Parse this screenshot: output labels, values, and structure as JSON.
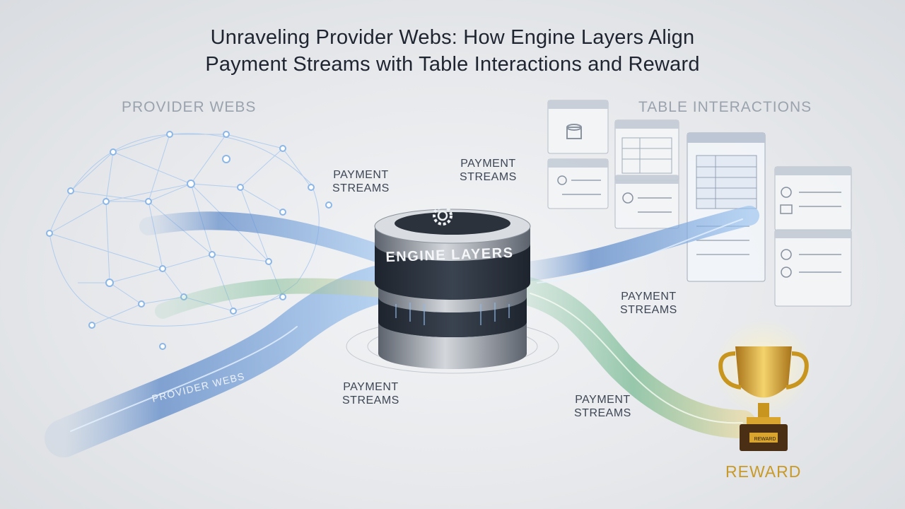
{
  "title": {
    "line1": "Unraveling Provider Webs: How Engine Layers Align",
    "line2": "Payment Streams with Table Interactions and Reward"
  },
  "sections": {
    "provider_webs": "PROVIDER WEBS",
    "table_interactions": "TABLE INTERACTIONS"
  },
  "engine": {
    "label": "ENGINE LAYERS",
    "icon": "gear-icon"
  },
  "stream_labels": [
    {
      "line1": "PAYMENT",
      "line2": "STREAMS"
    },
    {
      "line1": "PAYMENT",
      "line2": "STREAMS"
    },
    {
      "line1": "PAYMENT",
      "line2": "STREAMS"
    },
    {
      "line1": "PAYMENT",
      "line2": "STREAMS"
    },
    {
      "line1": "PAYMENT",
      "line2": "STREAMS"
    }
  ],
  "ribbon_label": "PROVIDER WEBS",
  "reward": {
    "label": "REWARD",
    "plaque": "REWARD",
    "icon": "trophy-icon"
  },
  "colors": {
    "blue_stream": "#5b8fd6",
    "green_stream": "#7fc49a",
    "gold": "#d9a52e",
    "network_node": "#a9c8ee"
  }
}
